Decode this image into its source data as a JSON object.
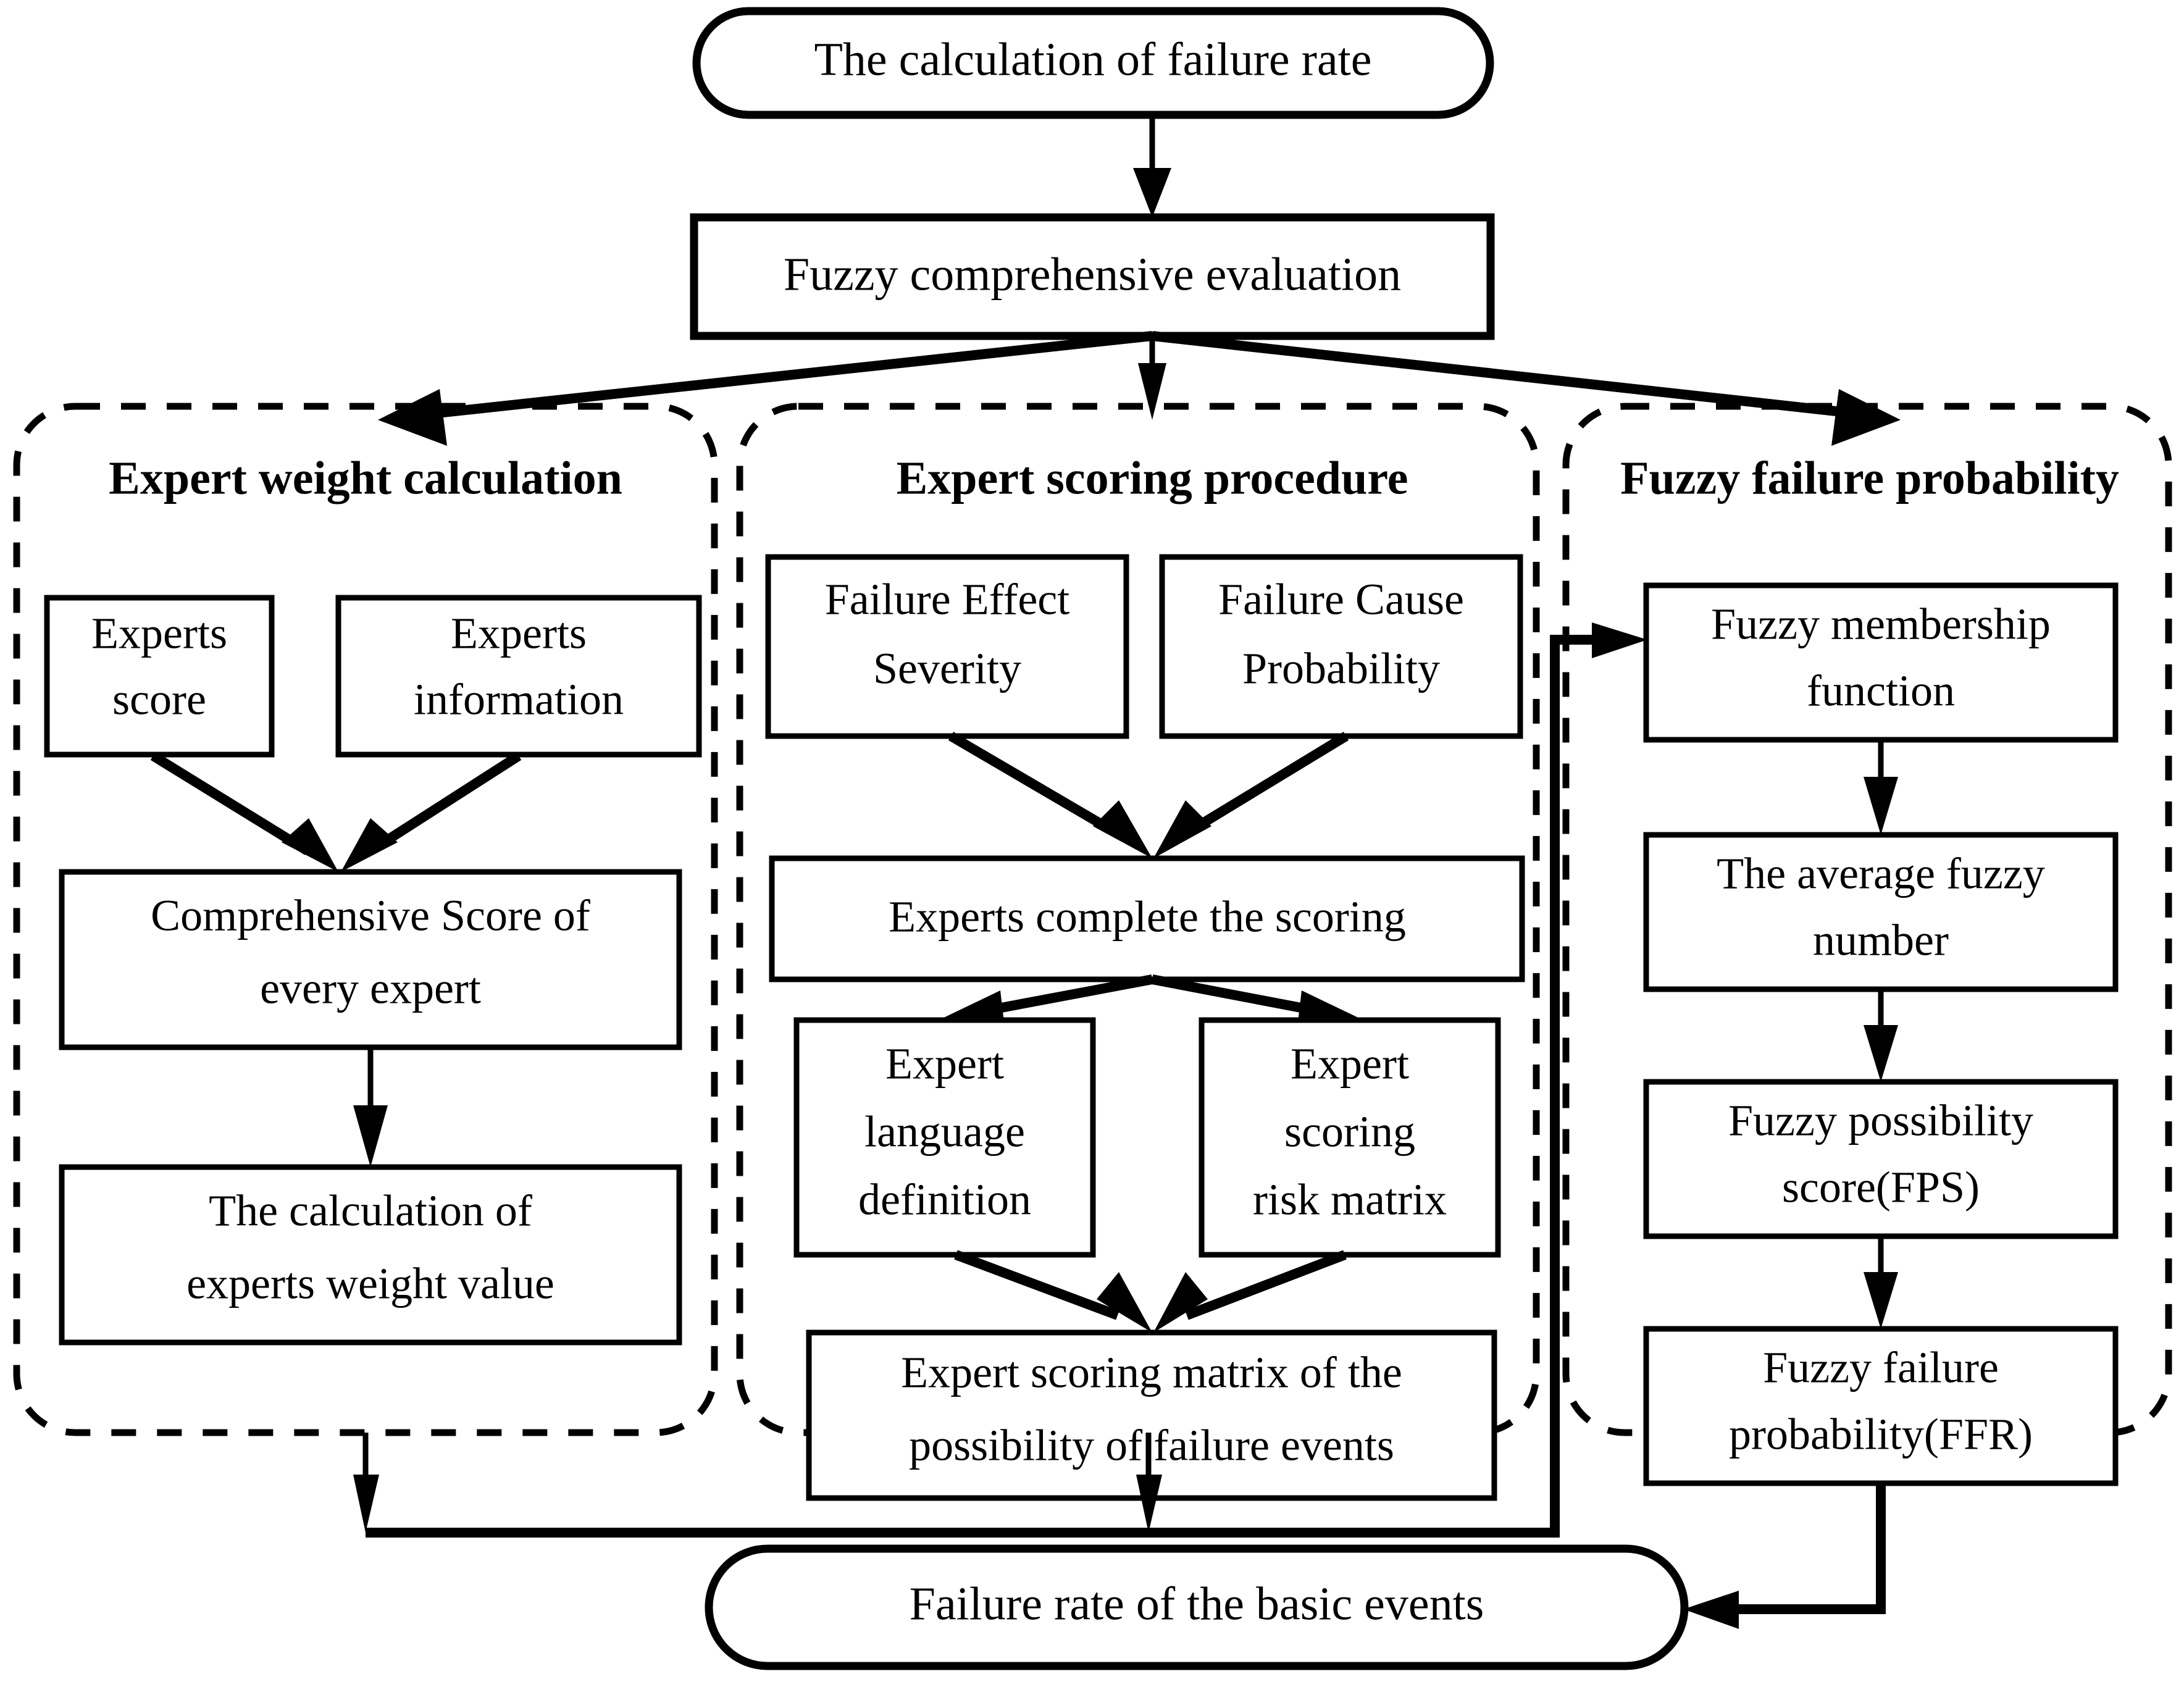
{
  "diagram": {
    "title_node": {
      "label": "The calculation of failure rate"
    },
    "second_node": {
      "label": "Fuzzy comprehensive evaluation"
    },
    "final_node": {
      "label": "Failure rate of the basic events"
    },
    "groups": [
      {
        "id": "expert-weight-calculation",
        "title": "Expert weight calculation",
        "nodes": [
          {
            "id": "experts-score",
            "label": "Experts\nscore"
          },
          {
            "id": "experts-information",
            "label": "Experts\ninformation"
          },
          {
            "id": "comprehensive-score",
            "label": "Comprehensive Score of\nevery expert"
          },
          {
            "id": "experts-weight-value",
            "label": "The calculation of\nexperts weight value"
          }
        ]
      },
      {
        "id": "expert-scoring-procedure",
        "title": "Expert scoring procedure",
        "nodes": [
          {
            "id": "failure-effect-severity",
            "label": "Failure Effect\nSeverity"
          },
          {
            "id": "failure-cause-probability",
            "label": "Failure Cause\nProbability"
          },
          {
            "id": "experts-complete-scoring",
            "label": "Experts complete the scoring"
          },
          {
            "id": "expert-language-definition",
            "label": "Expert\nlanguage\ndefinition"
          },
          {
            "id": "expert-scoring-risk-matrix",
            "label": "Expert\nscoring\nrisk matrix"
          },
          {
            "id": "expert-scoring-matrix",
            "label": "Expert scoring matrix of the\npossibility of failure events"
          }
        ]
      },
      {
        "id": "fuzzy-failure-probability",
        "title": "Fuzzy failure probability",
        "nodes": [
          {
            "id": "fuzzy-membership-function",
            "label": "Fuzzy membership\nfunction"
          },
          {
            "id": "average-fuzzy-number",
            "label": "The average fuzzy\nnumber"
          },
          {
            "id": "fuzzy-possibility-score",
            "label": "Fuzzy possibility\nscore(FPS)"
          },
          {
            "id": "fuzzy-failure-probability-ffr",
            "label": "Fuzzy failure\nprobability(FFR)"
          }
        ]
      }
    ],
    "colors": {
      "stroke": "#000000",
      "fill": "#ffffff",
      "text": "#000000"
    }
  }
}
